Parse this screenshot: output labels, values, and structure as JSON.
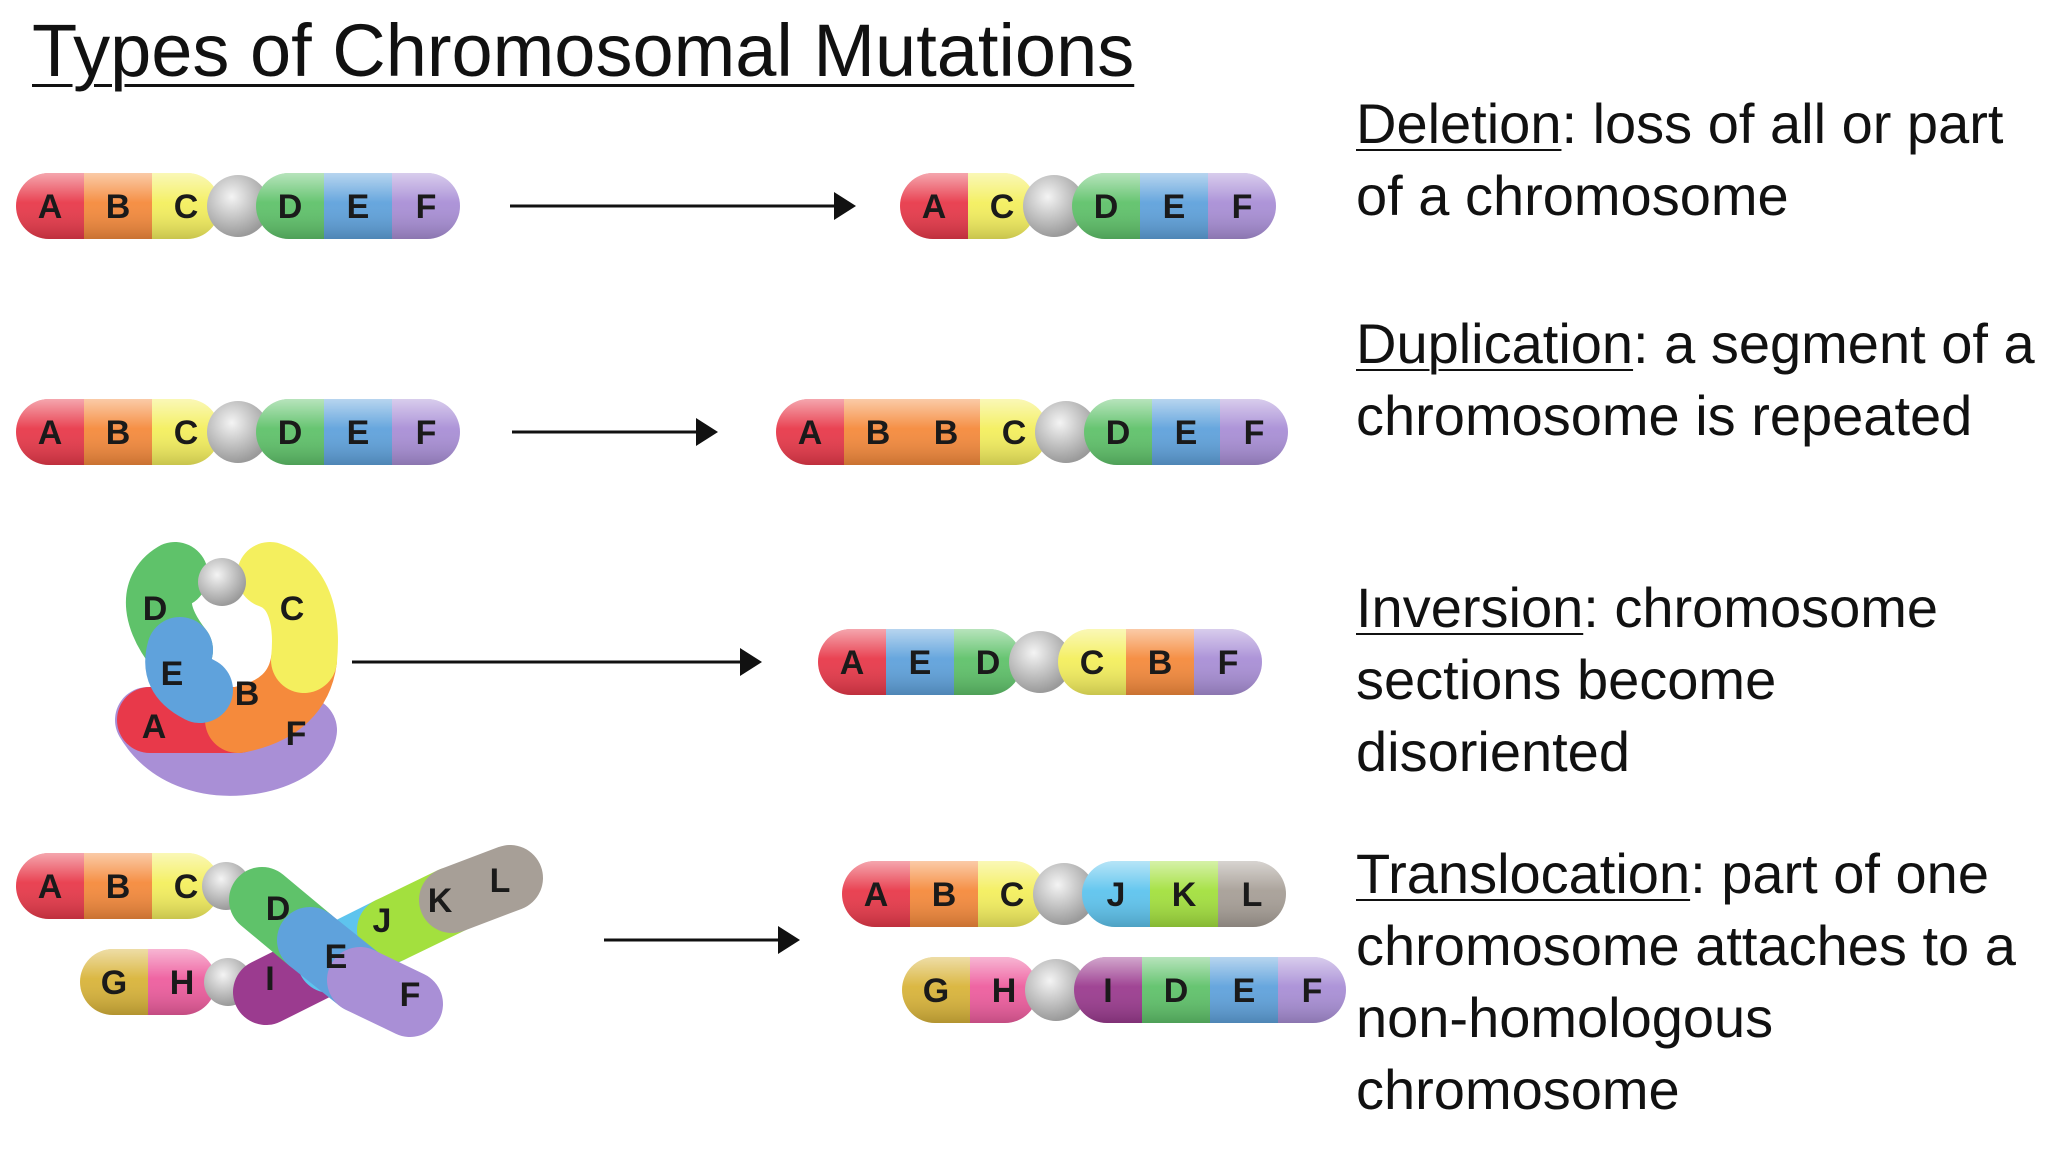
{
  "title": "Types of Chromosomal Mutations",
  "colors": {
    "A": "#e8394a",
    "B": "#f58a3c",
    "C": "#f4ef5e",
    "D": "#5fc26a",
    "E": "#5fa2dc",
    "F": "#a98fd6",
    "G": "#d9b43a",
    "H": "#ee5d9e",
    "I": "#9b3b8f",
    "J": "#5ec4ee",
    "K": "#a3e03e",
    "L": "#a79f97",
    "centromere": "#bdbdbd",
    "arrow": "#111111"
  },
  "mutations": [
    {
      "term": "Deletion",
      "description": ": loss of all or part of a chromosome",
      "before": [
        "A",
        "B",
        "C",
        "o",
        "D",
        "E",
        "F"
      ],
      "after": [
        "A",
        "C",
        "o",
        "D",
        "E",
        "F"
      ]
    },
    {
      "term": "Duplication",
      "description": ": a segment of a chromosome is repeated",
      "before": [
        "A",
        "B",
        "C",
        "o",
        "D",
        "E",
        "F"
      ],
      "after": [
        "A",
        "B",
        "B",
        "C",
        "o",
        "D",
        "E",
        "F"
      ]
    },
    {
      "term": "Inversion",
      "description": ": chromosome sections become disoriented",
      "before_loop": [
        "D",
        "C",
        "E",
        "B",
        "A",
        "F"
      ],
      "after": [
        "A",
        "E",
        "D",
        "o",
        "C",
        "B",
        "F"
      ]
    },
    {
      "term": "Translocation",
      "description": ": part of one chromosome attaches to a non-homologous chromosome",
      "before_top": [
        "A",
        "B",
        "C"
      ],
      "before_bottom": [
        "G",
        "H"
      ],
      "before_cross_1": [
        "D",
        "E",
        "F"
      ],
      "before_cross_2": [
        "I",
        "J",
        "K",
        "L"
      ],
      "after_top": [
        "A",
        "B",
        "C",
        "o",
        "J",
        "K",
        "L"
      ],
      "after_bottom": [
        "G",
        "H",
        "o",
        "I",
        "D",
        "E",
        "F"
      ]
    }
  ]
}
